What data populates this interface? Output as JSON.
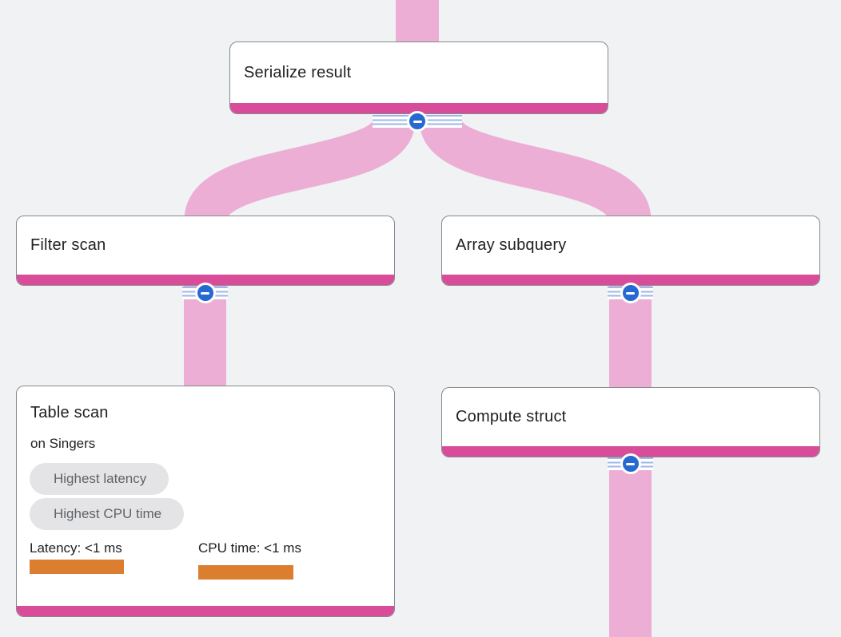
{
  "canvas": {
    "background": "#f1f2f4"
  },
  "palette": {
    "flow_pink": "#ecaed4",
    "accent_magenta": "#d84c9a",
    "node_border_gray": "#85898d",
    "expander_blue": "#2769d2",
    "stripe_blue": "#9db7eb",
    "chip_bg": "#e4e4e6",
    "chip_text": "#5f6368",
    "metric_bar_orange": "#dc7e30",
    "text": "#202124"
  },
  "nodes": {
    "serialize_result": {
      "title": "Serialize result"
    },
    "filter_scan": {
      "title": "Filter scan"
    },
    "array_subquery": {
      "title": "Array subquery"
    },
    "table_scan": {
      "title": "Table scan",
      "subtitle": "on Singers",
      "badges": [
        "Highest latency",
        "Highest CPU time"
      ],
      "metrics": [
        {
          "label": "Latency: <1 ms"
        },
        {
          "label": "CPU time: <1 ms"
        }
      ]
    },
    "compute_struct": {
      "title": "Compute struct"
    }
  },
  "icons": {
    "collapse": "minus-in-circle"
  }
}
